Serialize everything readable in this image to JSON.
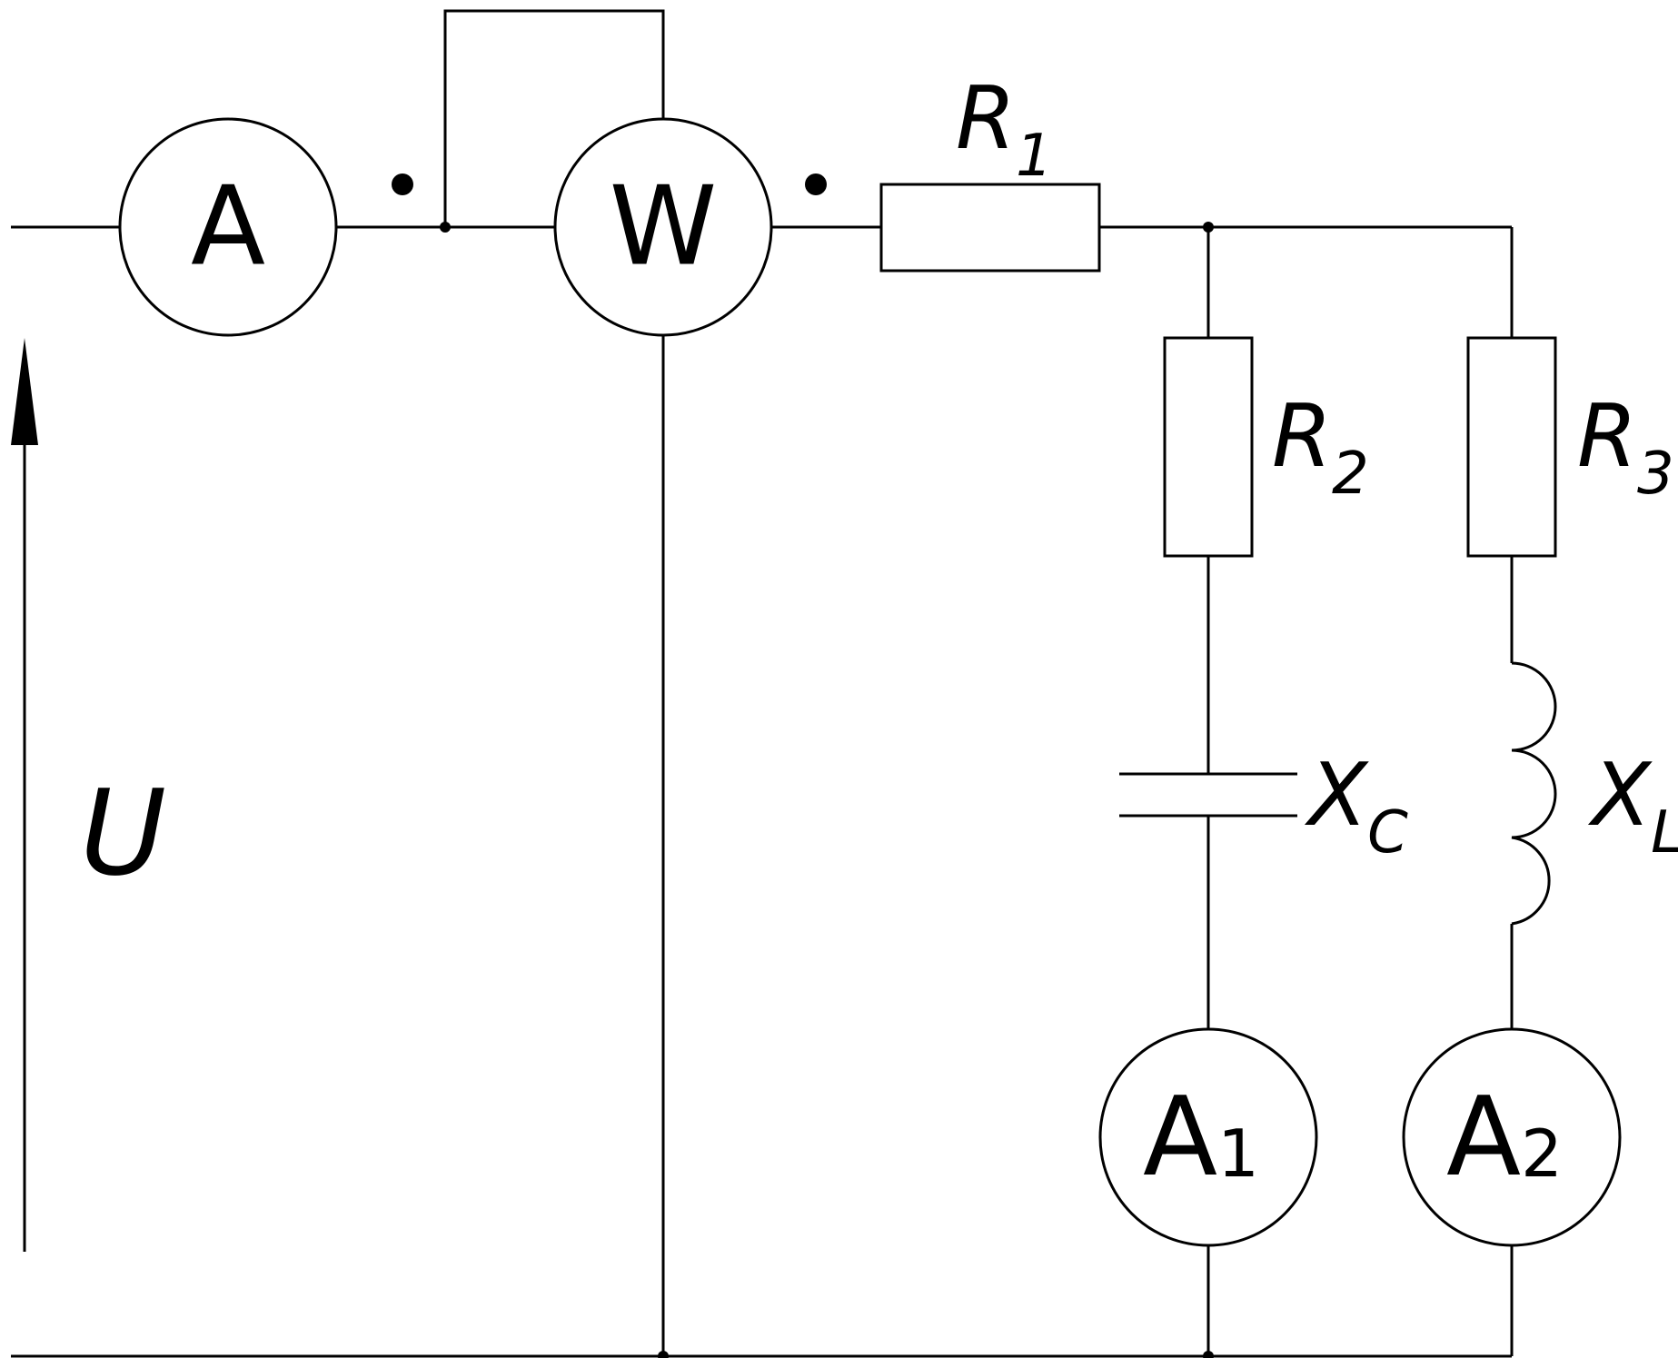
{
  "labels": {
    "voltage": {
      "main": "U"
    },
    "r1": {
      "main": "R",
      "sub": "1"
    },
    "r2": {
      "main": "R",
      "sub": "2"
    },
    "r3": {
      "main": "R",
      "sub": "3"
    },
    "xc": {
      "main": "X",
      "sub": "C"
    },
    "xl": {
      "main": "X",
      "sub": "L"
    }
  },
  "meters": {
    "ammeter": {
      "main": "A"
    },
    "wattmeter": {
      "main": "W"
    },
    "ammeter1": {
      "main": "A",
      "sub": "1"
    },
    "ammeter2": {
      "main": "A",
      "sub": "2"
    }
  },
  "colors": {
    "stroke": "#000000",
    "background": "#ffffff"
  }
}
